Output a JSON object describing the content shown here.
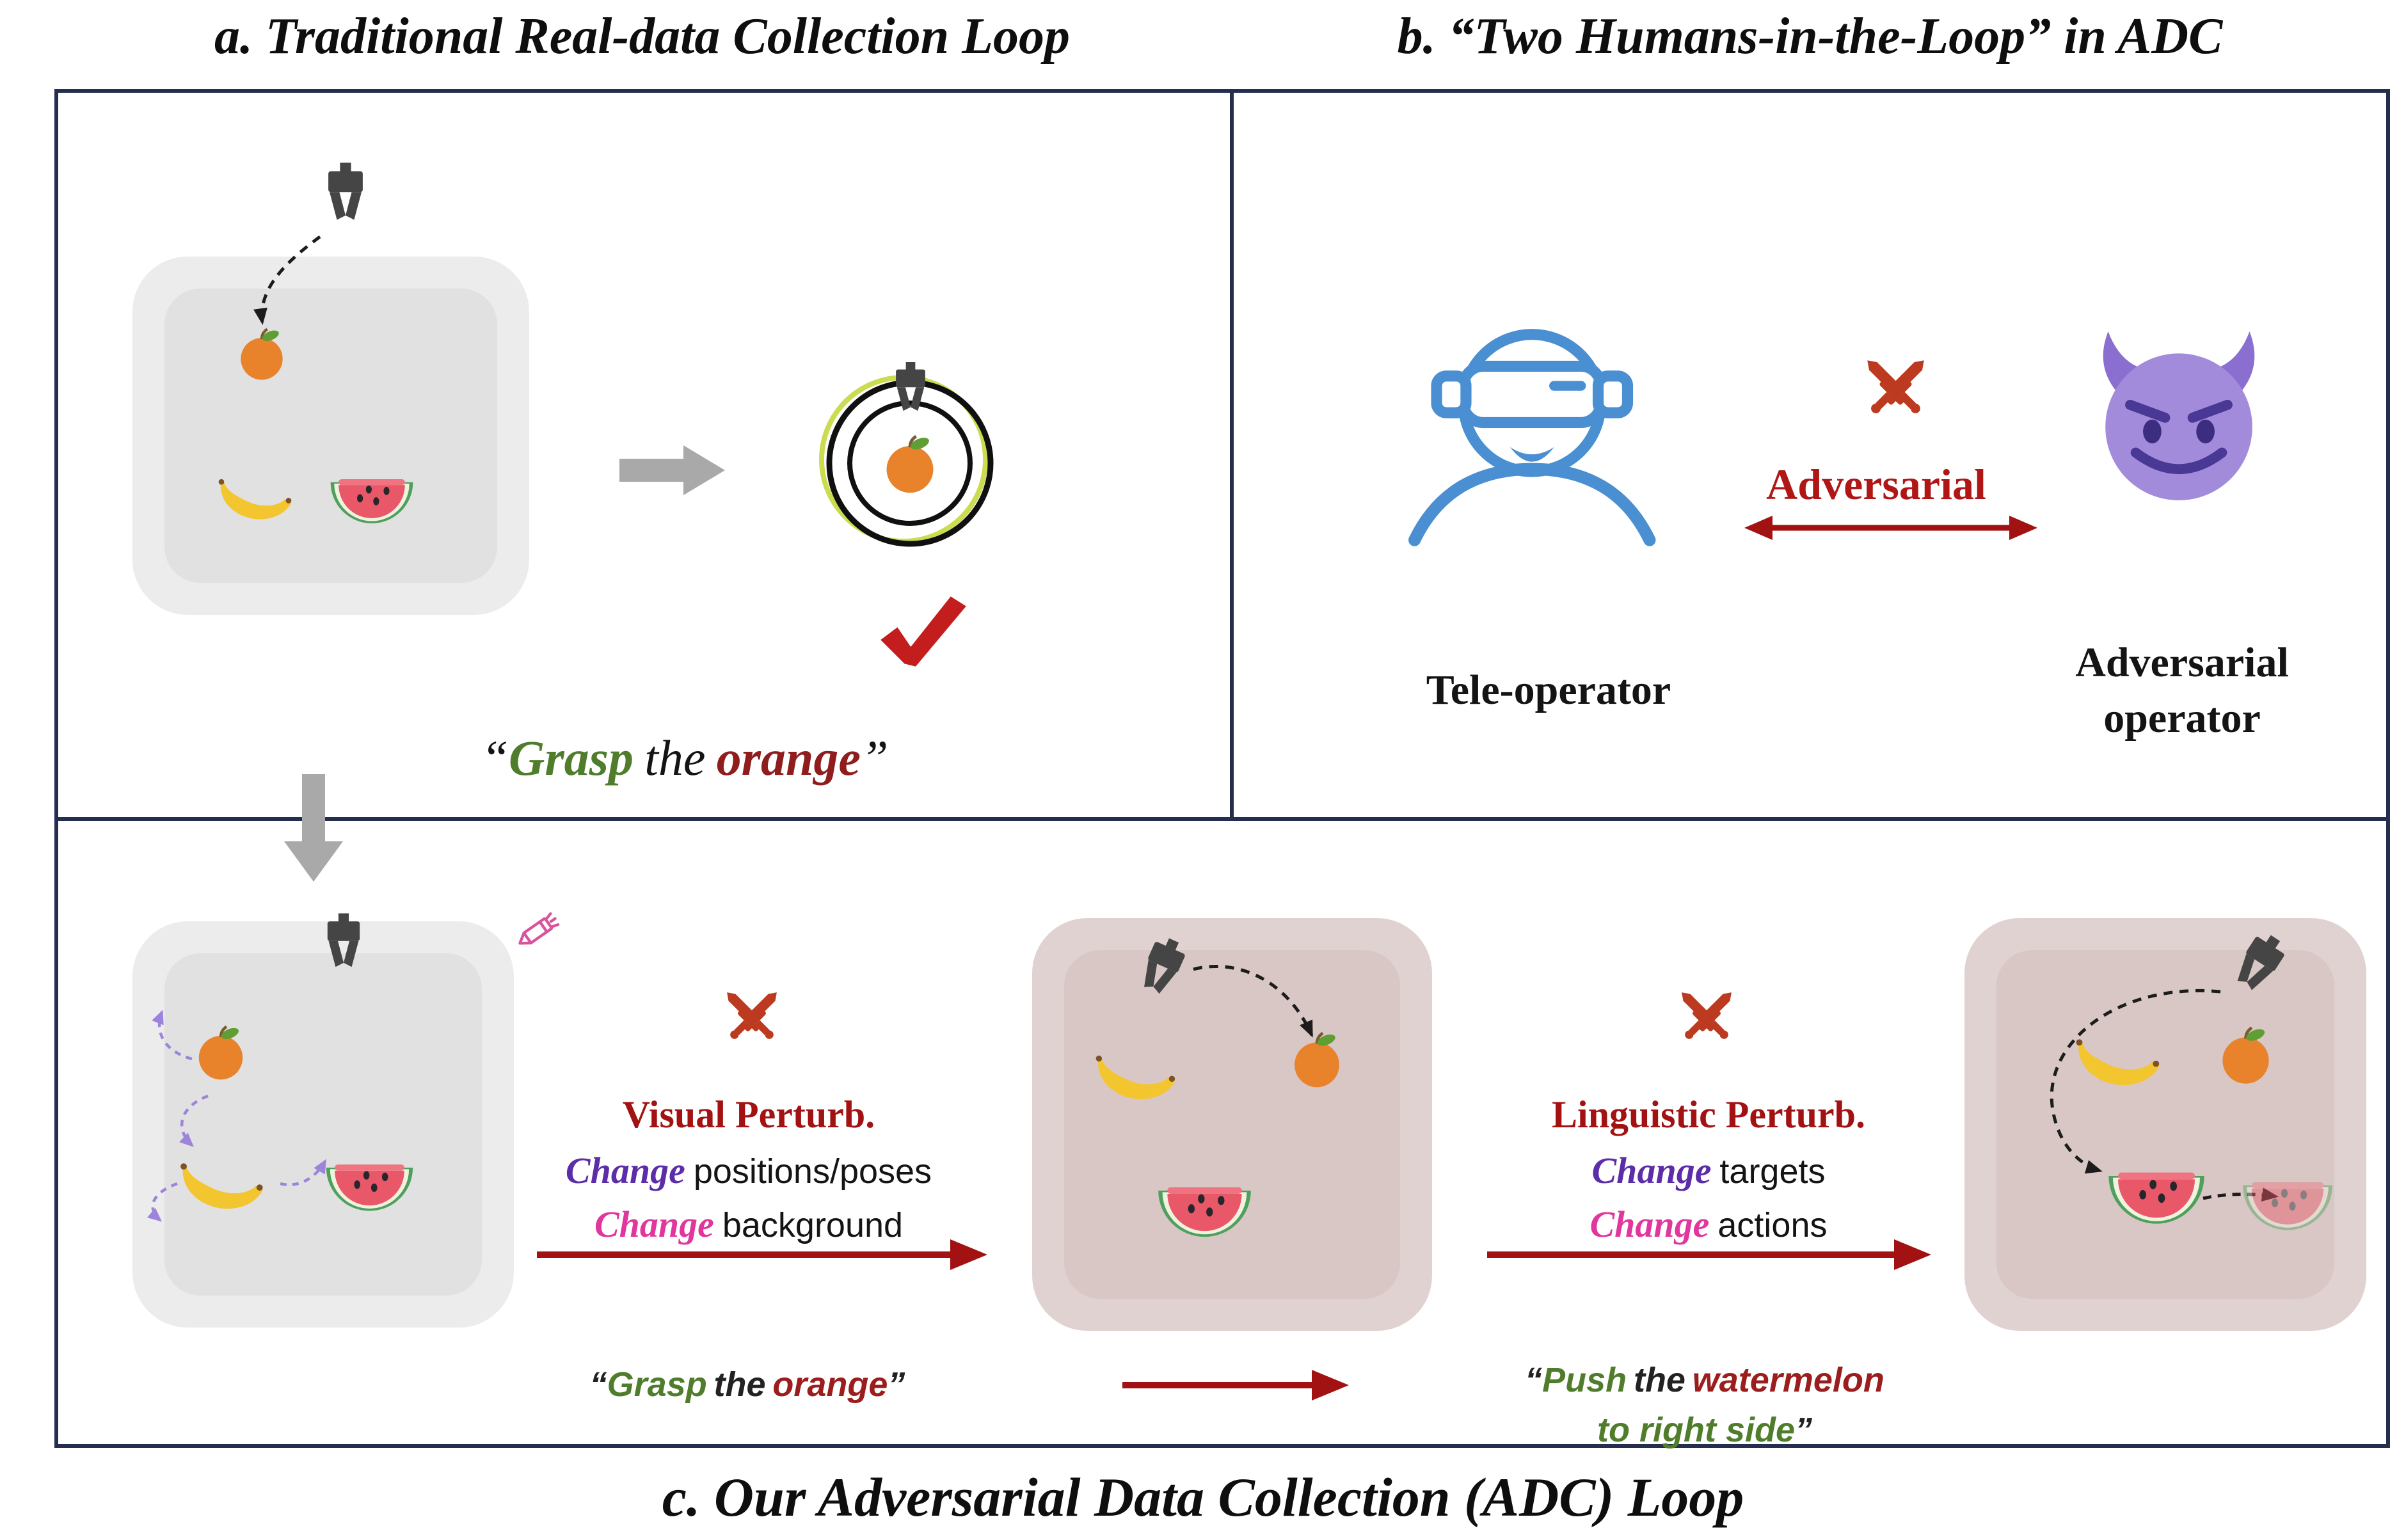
{
  "panel_a": {
    "title": "a. Traditional Real-data Collection Loop",
    "instruction": {
      "open_quote": "“",
      "word1": "Grasp",
      "word2": "the",
      "word3": "orange",
      "close_quote": "”"
    }
  },
  "panel_b": {
    "title": "b. “Two Humans-in-the-Loop” in ADC",
    "adversarial_label": "Adversarial",
    "tele_operator": "Tele-operator",
    "adversarial_operator_line1": "Adversarial",
    "adversarial_operator_line2": "operator"
  },
  "panel_c": {
    "caption": "c. Our Adversarial Data Collection (ADC) Loop",
    "visual_perturb": {
      "title": "Visual Perturb.",
      "change_word": "Change",
      "line1_rest": "positions/poses",
      "line2_rest": "background"
    },
    "linguistic_perturb": {
      "title": "Linguistic Perturb.",
      "change_word": "Change",
      "line1_rest": "targets",
      "line2_rest": "actions"
    },
    "instruction_mid": {
      "open_quote": "“",
      "word1": "Grasp",
      "word2": "the",
      "word3": "orange",
      "close_quote": "”"
    },
    "instruction_push": {
      "open_quote": "“",
      "word1": "Push",
      "word2": "the",
      "word3": "watermelon",
      "line2": "to right side",
      "close_quote": "”"
    }
  },
  "palette": {
    "border_navy": "#252e4e",
    "dark_red_arrow": "#a31212",
    "brick_red_icon": "#bc3a20",
    "green_text": "#4f7d2b",
    "maroon_text": "#8f1d1d",
    "purple_text": "#5b2da8",
    "magenta_text": "#e0369d",
    "blue_icon": "#4a8fd2",
    "devil_purple": "#a38bdc",
    "gray_arrow": "#a9a9a9"
  },
  "icons": [
    "robot-gripper-icon",
    "orange-icon",
    "banana-icon",
    "watermelon-icon",
    "target-icon",
    "checkmark-icon",
    "block-arrow-icon",
    "vr-teleoperator-icon",
    "crossed-swords-icon",
    "devil-icon",
    "pencil-icon"
  ]
}
